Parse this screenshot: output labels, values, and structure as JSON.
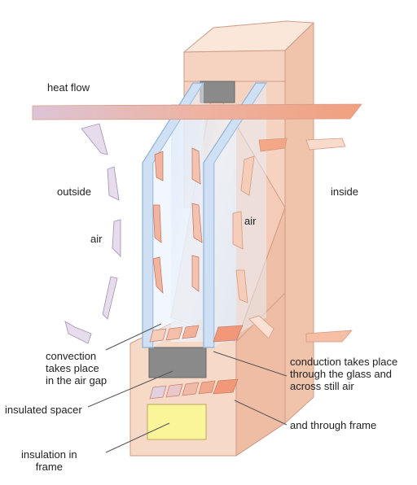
{
  "labels": {
    "heat_flow": "heat flow",
    "outside": "outside",
    "inside": "inside",
    "air_outside": "air",
    "air_gap": "air",
    "convection": "convection\ntakes place\nin the air gap",
    "conduction": "conduction takes place\nthrough the glass and\nacross still air",
    "insulated_spacer": "insulated spacer",
    "through_frame": "and through frame",
    "insulation_frame": "insulation in\nframe"
  },
  "colors": {
    "frame_front": "#f6d3c0",
    "frame_side": "#f0c3ab",
    "frame_top": "#fbe6da",
    "frame_edge": "#cf9c88",
    "glass_fill": "#dde9f7",
    "glass_edge": "#8fb2d8",
    "spacer": "#8a8a8a",
    "insulation": "#fbf59a",
    "arrow_outside": "#d9cfe3",
    "arrow_inside": "#f2a784",
    "leader": "#555555"
  },
  "icons": {
    "heat_arrow": "heat-flow-arrow-icon",
    "convection_arrows": "convection-current-arrows-icon"
  }
}
